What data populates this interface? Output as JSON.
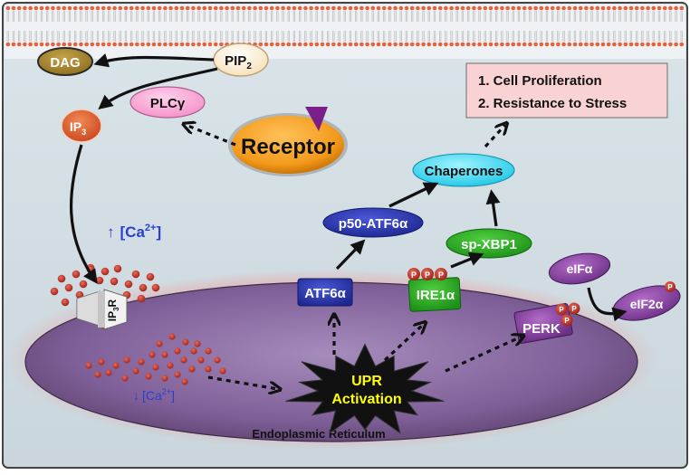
{
  "labels": {
    "pip2_main": "PIP",
    "pip2_sub": "2",
    "dag": "DAG",
    "plc": "PLCγ",
    "ip3_main": "IP",
    "ip3_sub": "3",
    "receptor": "Receptor",
    "ca_up_arrow": "↑",
    "ca_up_bracket_open": "[Ca",
    "ca_up_sup": "2+",
    "ca_up_bracket_close": "]",
    "ca_down_arrow": "↓",
    "ca_down_bracket_open": "[Ca",
    "ca_down_sup": "2+",
    "ca_down_bracket_close": "]",
    "ip3r_main": "IP",
    "ip3r_sub": "3",
    "ip3r_end": "R",
    "atf6": "ATF6α",
    "p50_atf6": "p50-ATF6α",
    "ire1": "IRE1α",
    "sp_xbp1": "sp-XBP1",
    "chaperones": "Chaperones",
    "perk": "PERK",
    "eif": "eIFα",
    "eif2": "eIF2α",
    "upr_line1": "UPR",
    "upr_line2": "Activation",
    "er": "Endoplasmic Reticulum",
    "phospho": "P"
  },
  "outcomes": {
    "item1": "1.  Cell Proliferation",
    "item2": "2.  Resistance to Stress"
  },
  "colors": {
    "cell_background": "#d4e0e6",
    "membrane_dot": "#e8603c",
    "er_fill": "#8a6aa0",
    "er_glow": "#e9a3a3",
    "calcium": "#c0392b",
    "arrow": "#111111",
    "ca_text": "#2a3fd0",
    "upr_text": "#ffff00",
    "outcome_box": "#f9d3d3"
  }
}
